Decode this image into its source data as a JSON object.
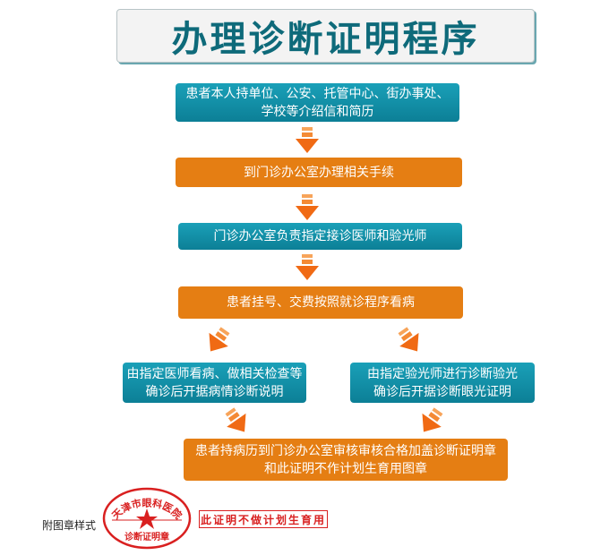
{
  "title": "办理诊断证明程序",
  "steps": [
    {
      "line1": "患者本人持单位、公安、托管中心、街办事处、",
      "line2": "学校等介绍信和简历"
    },
    {
      "line1": "到门诊办公室办理相关手续"
    },
    {
      "line1": "门诊办公室负责指定接诊医师和验光师"
    },
    {
      "line1": "患者挂号、交费按照就诊程序看病"
    },
    {
      "line1": "由指定医师看病、做相关检查等",
      "line2": "确诊后开据病情诊断说明"
    },
    {
      "line1": "由指定验光师进行诊断验光",
      "line2": "确诊后开据诊断眼光证明"
    },
    {
      "line1": "患者持病历到门诊办公室审核审核合格加盖诊断证明章",
      "line2": "和此证明不作计划生育用图章"
    }
  ],
  "stamp": {
    "label": "附图章样式",
    "seal_top": "天津市眼科医院",
    "seal_bottom": "诊断证明章",
    "notice": "此证明不做计划生育用"
  },
  "colors": {
    "teal": "#0e8aa2",
    "orange": "#e57e13",
    "title": "#0e6a7a",
    "stamp": "#d92020"
  }
}
